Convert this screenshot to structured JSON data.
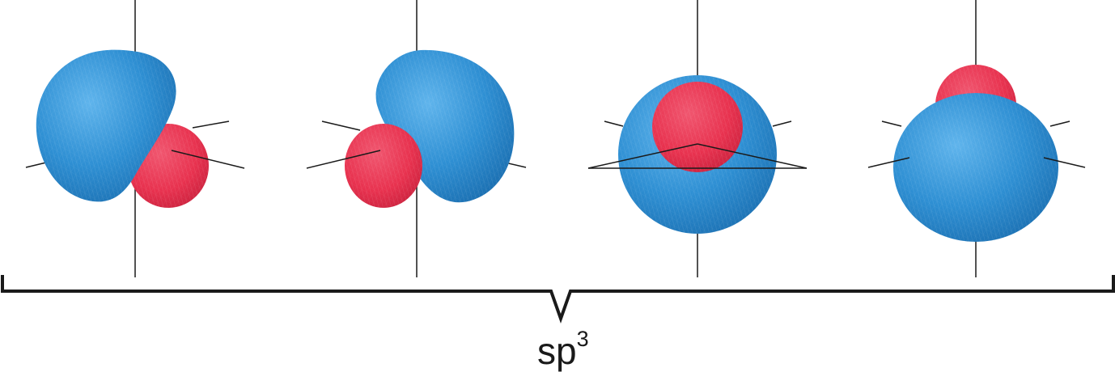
{
  "colors": {
    "major_lobe": "#2e8fd3",
    "minor_lobe": "#e8324f",
    "axis_line": "#1a1a1a",
    "background": "#ffffff"
  },
  "orbitals": [
    {
      "name": "orbital-1",
      "major_lobe_color": "#2e8fd3",
      "minor_lobe_color": "#e8324f"
    },
    {
      "name": "orbital-2",
      "major_lobe_color": "#2e8fd3",
      "minor_lobe_color": "#e8324f"
    },
    {
      "name": "orbital-3",
      "major_lobe_color": "#2e8fd3",
      "minor_lobe_color": "#e8324f"
    },
    {
      "name": "orbital-4",
      "major_lobe_color": "#2e8fd3",
      "minor_lobe_color": "#e8324f"
    }
  ],
  "label": {
    "base": "sp",
    "superscript": "3"
  }
}
